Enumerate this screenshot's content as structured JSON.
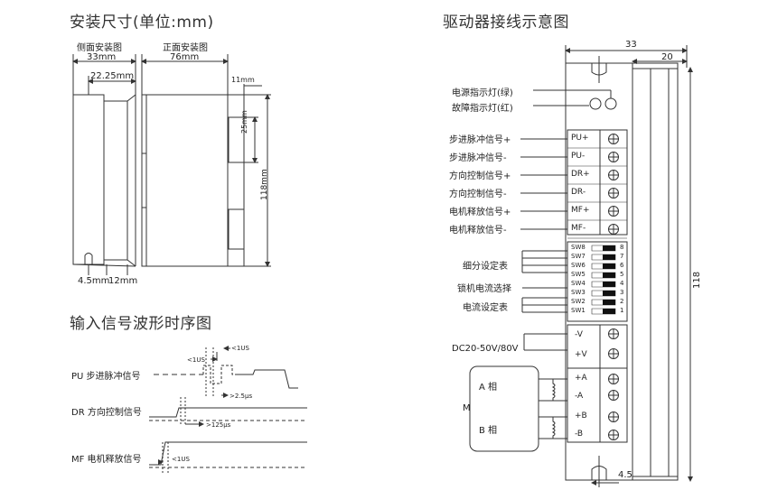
{
  "left": {
    "title": "安装尺寸(单位:mm)",
    "side_view_title": "侧面安装图",
    "front_view_title": "正面安装图",
    "dim_33mm": "33mm",
    "dim_22_25mm": "22.25mm",
    "dim_76mm": "76mm",
    "dim_11mm": "11mm",
    "dim_25mm": "25mm",
    "dim_118mm": "118mm",
    "dim_4_5mm": "4.5mm",
    "dim_12mm": "12mm"
  },
  "timing": {
    "title": "输入信号波形时序图",
    "pu_label": "PU 步进脉冲信号",
    "dr_label": "DR 方向控制信号",
    "mf_label": "MF 电机释放信号",
    "t_1us_a": "<1US",
    "t_1us_b": "<1US",
    "t_2_5us": ">2.5μs",
    "t_125us": ">125μs",
    "t_1us_c": "<1US"
  },
  "wiring": {
    "title": "驱动器接线示意图",
    "dim_33": "33",
    "dim_20": "20",
    "dim_118": "118",
    "dim_4_5": "4.5",
    "led_power": "电源指示灯(绿)",
    "led_fault": "故障指示灯(红)",
    "signals": [
      {
        "desc": "步进脉冲信号+",
        "term": "PU+"
      },
      {
        "desc": "步进脉冲信号-",
        "term": "PU-"
      },
      {
        "desc": "方向控制信号+",
        "term": "DR+"
      },
      {
        "desc": "方向控制信号-",
        "term": "DR-"
      },
      {
        "desc": "电机释放信号+",
        "term": "MF+"
      },
      {
        "desc": "电机释放信号-",
        "term": "MF-"
      }
    ],
    "switches": [
      {
        "name": "SW8",
        "num": "8"
      },
      {
        "name": "SW7",
        "num": "7"
      },
      {
        "name": "SW6",
        "num": "6"
      },
      {
        "name": "SW5",
        "num": "5"
      },
      {
        "name": "SW4",
        "num": "4"
      },
      {
        "name": "SW3",
        "num": "3"
      },
      {
        "name": "SW2",
        "num": "2"
      },
      {
        "name": "SW1",
        "num": "1"
      }
    ],
    "subdiv_label": "细分设定表",
    "lock_label": "锁机电流选择",
    "current_label": "电流设定表",
    "power_label": "DC20-50V/80V",
    "power_terms": [
      "-V",
      "+V"
    ],
    "motor_terms": [
      "+A",
      "-A",
      "+B",
      "-B"
    ],
    "phase_a": "A 相",
    "phase_b": "B 相",
    "motor_m": "M"
  }
}
